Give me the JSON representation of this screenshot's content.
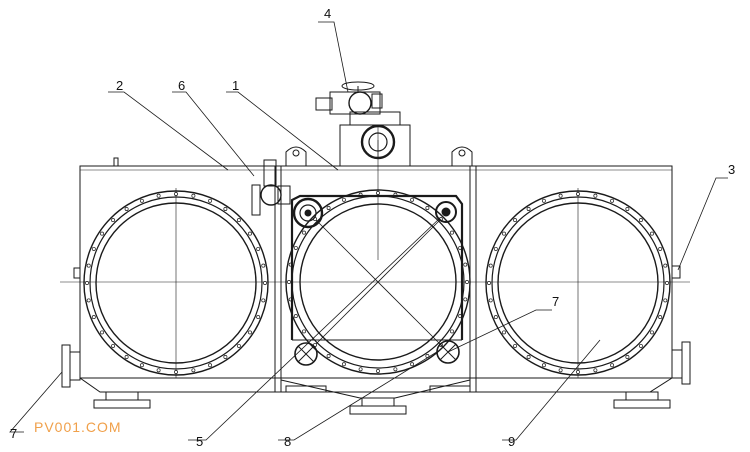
{
  "labels": {
    "l1": "1",
    "l2": "2",
    "l3": "3",
    "l4": "4",
    "l5": "5",
    "l6": "6",
    "l7a": "7",
    "l7b": "7",
    "l8": "8",
    "l9": "9"
  },
  "watermark": "PV001.COM",
  "colors": {
    "line": "#1a1a1a",
    "watermark": "#f0a04a",
    "background": "#ffffff"
  }
}
